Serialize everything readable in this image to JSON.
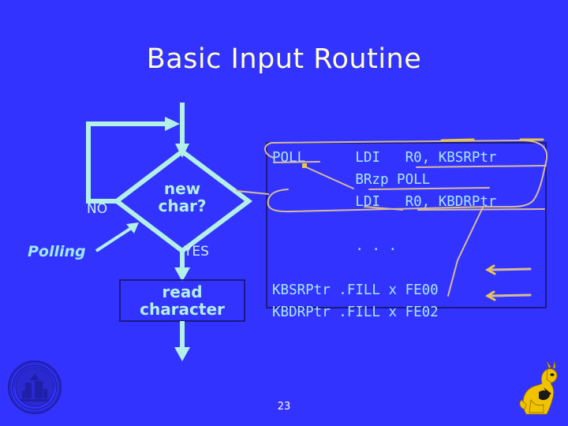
{
  "slide": {
    "title": "Basic Input Routine",
    "page_number": "23",
    "background_color": "#3333ff",
    "title_color": "#ffffcc"
  },
  "flowchart": {
    "decision_label": "new\nchar?",
    "process_label": "read\ncharacter",
    "branch_no": "NO",
    "branch_yes": "YES",
    "annotation_label": "Polling",
    "line_color": "#b3f0e6",
    "box_border_color": "#1a1a80"
  },
  "code": {
    "text": "POLL      LDI   R0, KBSRPtr\n          BRzp POLL\n          LDI   R0, KBDRPtr\n\n          . . .\n\nKBSRPtr .FILL x FE00\nKBDRPtr .FILL x FE02",
    "lines": [
      {
        "label": "POLL",
        "opcode": "LDI",
        "operands": "R0, KBSRPtr"
      },
      {
        "label": "",
        "opcode": "BRzp",
        "operands": "POLL"
      },
      {
        "label": "",
        "opcode": "LDI",
        "operands": "R0, KBDRPtr"
      },
      {
        "label": "",
        "opcode": "",
        "operands": ""
      },
      {
        "label": "",
        "opcode": ". . .",
        "operands": ""
      },
      {
        "label": "",
        "opcode": "",
        "operands": ""
      },
      {
        "label": "KBSRPtr",
        "opcode": ".FILL",
        "operands": "xFE00"
      },
      {
        "label": "KBDRPtr",
        "opcode": ".FILL",
        "operands": "xFE02"
      }
    ],
    "text_color": "#a8e8fb",
    "border_color": "#1a1a80",
    "ink_annotation_color": "#d8c0a0"
  },
  "logos": {
    "seal_name": "university-seal",
    "mascot_name": "griffin-mascot",
    "mascot_color": "#f2c200"
  }
}
